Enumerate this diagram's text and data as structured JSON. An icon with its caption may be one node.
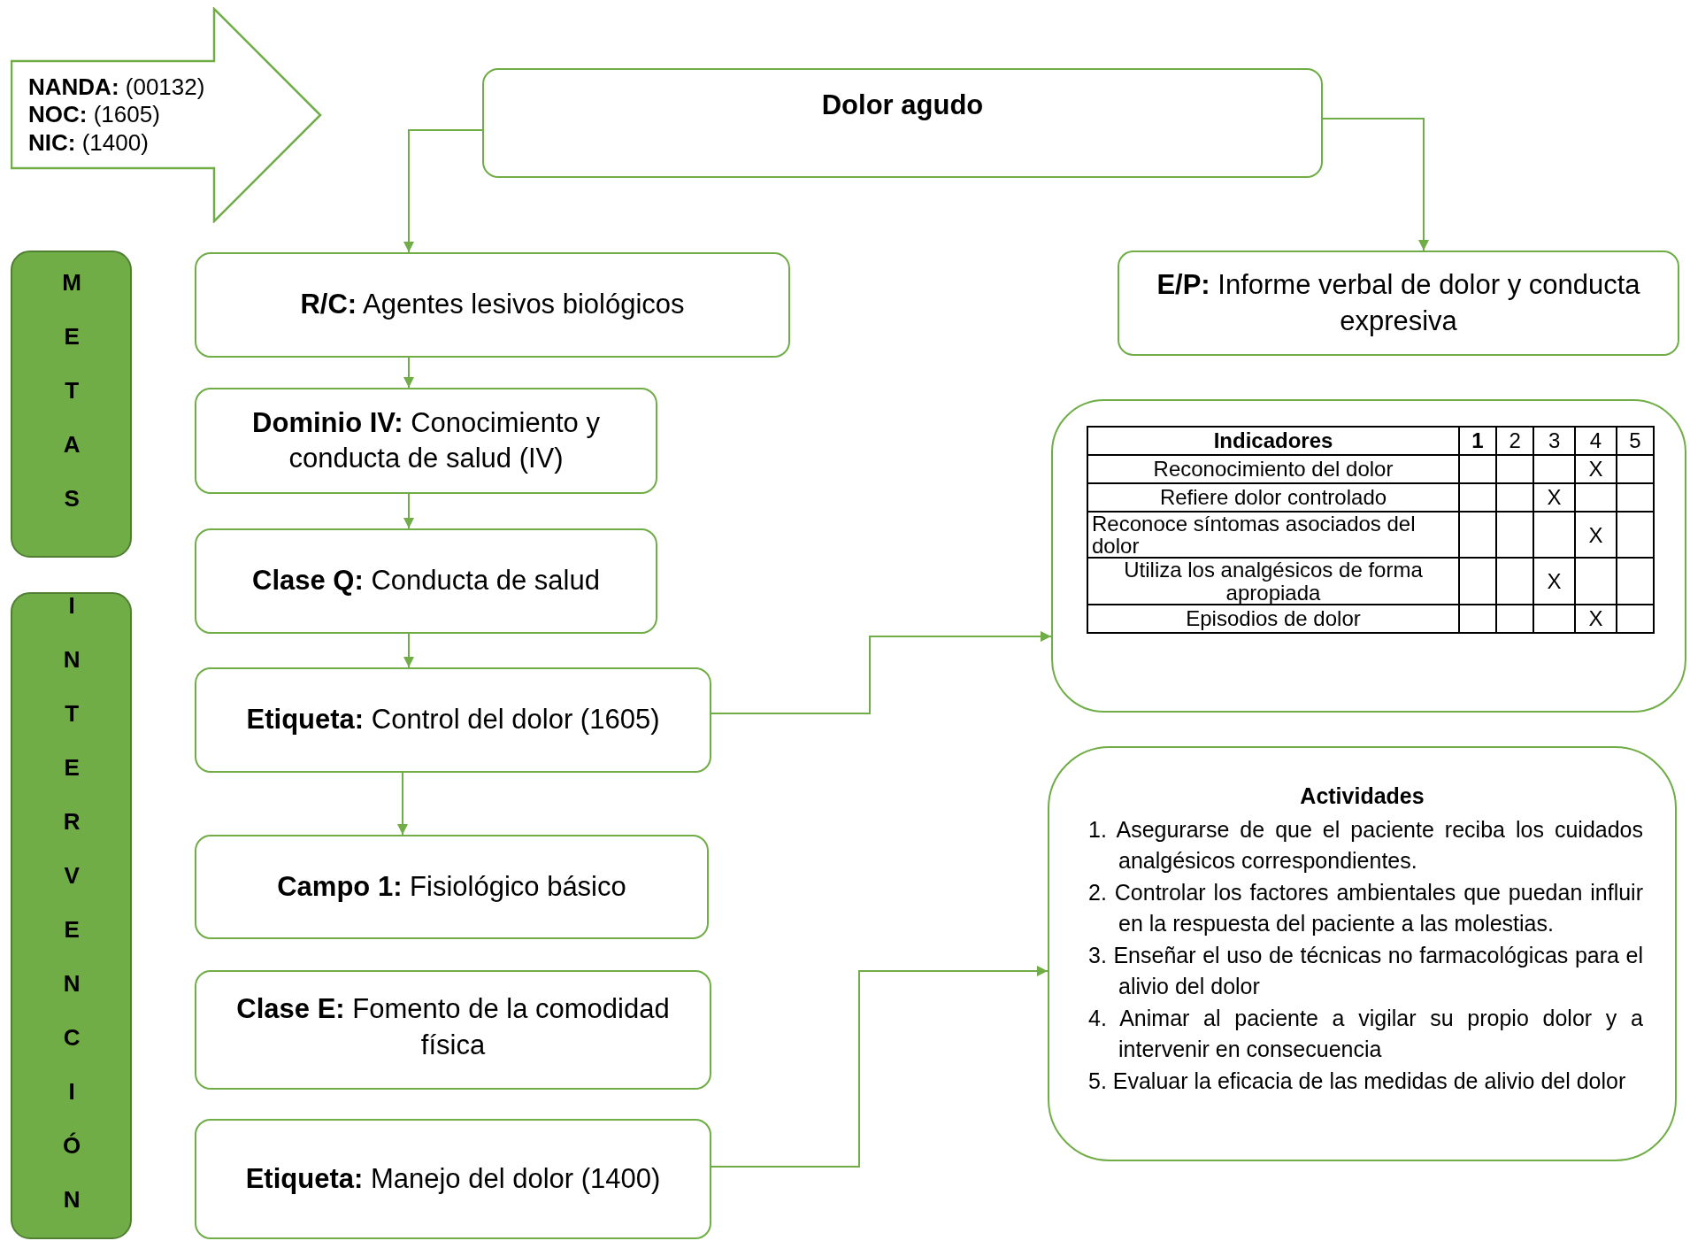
{
  "diagram": {
    "nodes": [
      {
        "text": [
          "**NANDA:** (00132)",
          "**NOC:** (1605)",
          "**NIC:** (1400)"
        ]
      },
      {
        "text": [
          "Dolor agudo"
        ]
      },
      {
        "text": [
          "**R/C:** Agentes lesivos biológicos"
        ]
      },
      {
        "text": [
          "**E/P:** Informe verbal de dolor y conducta expresiva"
        ]
      },
      {
        "text": [
          "**Dominio IV:** Conocimiento y conducta de salud (IV)"
        ]
      },
      {
        "text": [
          "**Clase Q:** Conducta de salud"
        ]
      },
      {
        "text": [
          "**Etiqueta:** Control del dolor (1605)"
        ]
      },
      {
        "text": [],
        "shape": "box"
      },
      {
        "text": [
          "**Campo 1:** Fisiológico básico"
        ]
      },
      {
        "text": [
          "**Clase E:** Fomento de la comodidad física"
        ]
      },
      {
        "text": [
          "**Etiqueta:** Manejo del dolor (1400)"
        ]
      },
      {
        "text": [
          "Actividades",
          "1. Asegurarse de que el paciente reciba los cuidados analgésicos correspondientes.",
          "2. Controlar los factores ambientales que puedan influir en la respuesta del paciente a las molestias.",
          "3. Enseñar el uso de técnicas no farmacológicas para el alivio del dolor",
          "4. Animar al paciente a vigilar su propio dolor y a intervenir en consecuencia",
          "5. Evaluar la eficacia de las medidas de alivio del dolor"
        ]
      },
      {
        "text": [
          "METAS"
        ]
      },
      {
        "text": [
          "INTERVENCIÓN"
        ]
      }
    ],
    "edges": [
      {
        "from": 1,
        "to": 2,
        "arrow": "to"
      },
      {
        "from": 1,
        "to": 3,
        "arrow": "to"
      },
      {
        "from": 2,
        "to": 4,
        "arrow": "to"
      },
      {
        "from": 4,
        "to": 5,
        "arrow": "to"
      },
      {
        "from": 5,
        "to": 6,
        "arrow": "to"
      },
      {
        "from": 6,
        "to": 7,
        "arrow": "to"
      },
      {
        "from": 6,
        "to": 8,
        "arrow": "to"
      },
      {
        "from": 10,
        "to": 11,
        "arrow": "to"
      }
    ],
    "labels": [
      "Indicadores",
      "1",
      "2",
      "3",
      "4",
      "5",
      "Reconocimiento del dolor",
      "X",
      "Refiere dolor controlado",
      "X",
      "Reconoce síntomas asociados del dolor",
      "X",
      "Utiliza los analgésicos de forma apropiada",
      "X",
      "Episodios de dolor",
      "X"
    ]
  }
}
